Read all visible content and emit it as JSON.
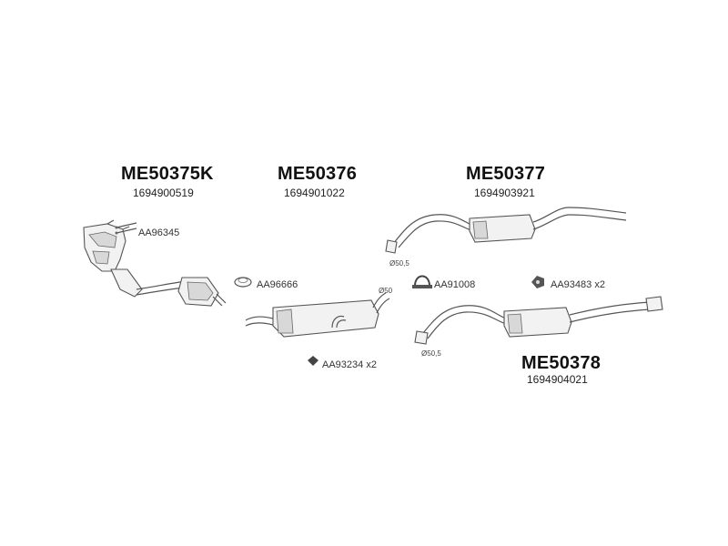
{
  "parts": [
    {
      "part_number": "ME50375K",
      "oem": "1694900519"
    },
    {
      "part_number": "ME50376",
      "oem": "1694901022"
    },
    {
      "part_number": "ME50377",
      "oem": "1694903921"
    },
    {
      "part_number": "ME50378",
      "oem": "1694904021"
    }
  ],
  "accessories": {
    "a1": "AA96345",
    "a2": "AA96666",
    "a3": "AA93234",
    "a3_qty": "x2",
    "a4": "AA91008",
    "a5": "AA93483",
    "a5_qty": "x2"
  },
  "diameters": {
    "d1": "Ø50",
    "d2": "Ø50,5",
    "d3": "Ø50,5"
  }
}
